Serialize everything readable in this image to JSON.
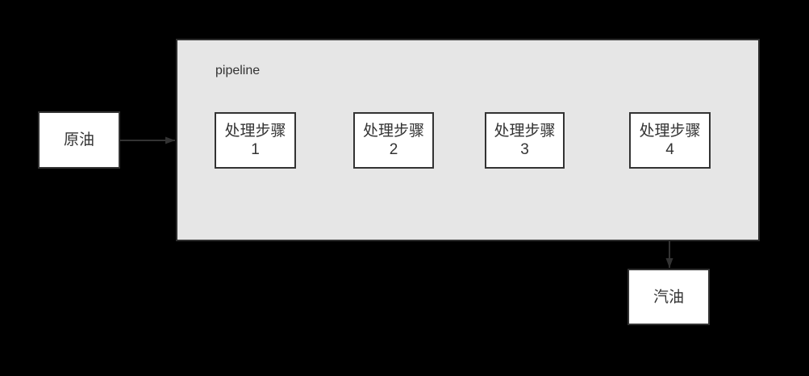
{
  "diagram": {
    "background_color": "#000000",
    "pipeline": {
      "label": "pipeline",
      "fill_color": "#e6e6e6",
      "border_color": "#2f2f2f"
    },
    "nodes": {
      "crude_oil": {
        "label": "原油"
      },
      "gasoline": {
        "label": "汽油"
      }
    },
    "steps": [
      {
        "title": "处理步骤",
        "number": "1"
      },
      {
        "title": "处理步骤",
        "number": "2"
      },
      {
        "title": "处理步骤",
        "number": "3"
      },
      {
        "title": "处理步骤",
        "number": "4"
      }
    ],
    "colors": {
      "node_fill": "#ffffff",
      "stroke": "#333333",
      "text": "#333333"
    }
  }
}
